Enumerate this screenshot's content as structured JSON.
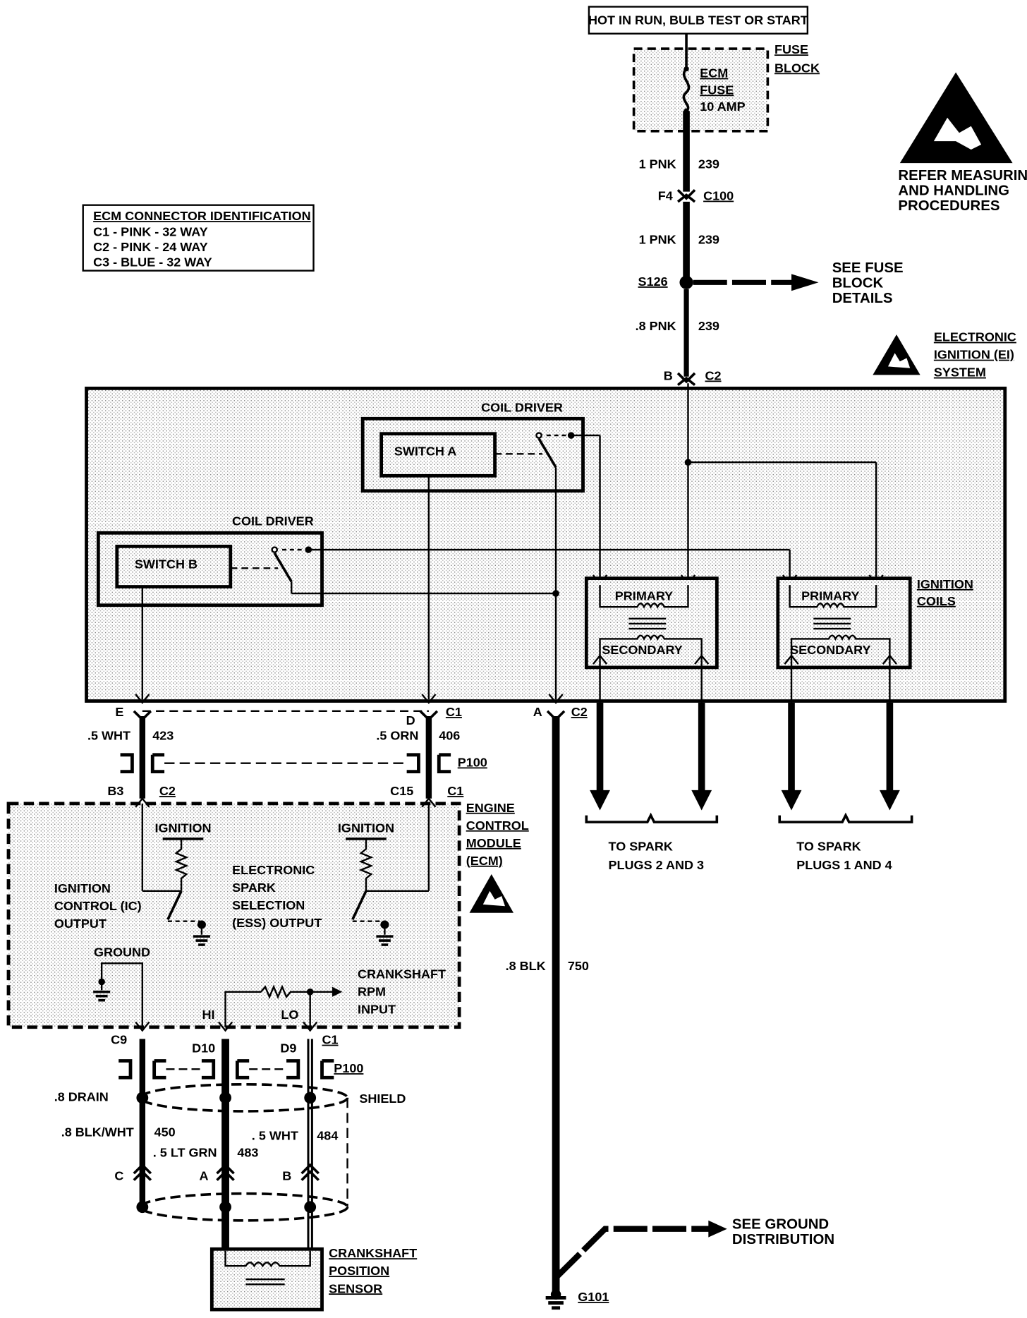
{
  "power": {
    "source_label": "HOT IN RUN, BULB TEST OR START",
    "fuse_block": [
      "FUSE",
      "BLOCK"
    ],
    "fuse": [
      "ECM",
      "FUSE",
      "10 AMP"
    ]
  },
  "esd_caution": [
    "REFER MEASURING",
    "AND HANDLING",
    "PROCEDURES"
  ],
  "ecm_connector_id": {
    "title": "ECM CONNECTOR IDENTIFICATION",
    "rows": [
      "C1 - PINK - 32 WAY",
      "C2 - PINK - 24 WAY",
      "C3 - BLUE - 32 WAY"
    ]
  },
  "feed_wires": {
    "upper_gauge": "1 PNK",
    "upper_circuit": "239",
    "conn_pin": "F4",
    "conn_id": "C100",
    "mid_gauge": "1 PNK",
    "mid_circuit": "239",
    "splice": "S126",
    "lower_gauge": ".8 PNK",
    "lower_circuit": "239",
    "ei_pin": "B",
    "ei_conn": "C2"
  },
  "fuse_details": [
    "SEE FUSE",
    "BLOCK",
    "DETAILS"
  ],
  "ei_system": [
    "ELECTRONIC",
    "IGNITION (EI)",
    "SYSTEM"
  ],
  "coil_driver_a": {
    "title": "COIL DRIVER",
    "switch": "SWITCH A"
  },
  "coil_driver_b": {
    "title": "COIL DRIVER",
    "switch": "SWITCH B"
  },
  "coils": {
    "label": [
      "IGNITION",
      "COILS"
    ],
    "primary": "PRIMARY",
    "secondary": "SECONDARY"
  },
  "ei_pins": {
    "e_pin": "E",
    "e_gauge": ".5 WHT",
    "e_circuit": "423",
    "d_pin": "D",
    "d_conn": "C1",
    "d_gauge": ".5 ORN",
    "d_circuit": "406",
    "a_pin": "A",
    "a_conn": "C2"
  },
  "p100": "P100",
  "ecm_pins": {
    "b3": "B3",
    "b3_conn": "C2",
    "c15": "C15",
    "c15_conn": "C1"
  },
  "ecm": {
    "label": [
      "ENGINE",
      "CONTROL",
      "MODULE",
      "(ECM)"
    ],
    "ignition": "IGNITION",
    "ic_output": [
      "IGNITION",
      "CONTROL (IC)",
      "OUTPUT"
    ],
    "ess_output": [
      "ELECTRONIC",
      "SPARK",
      "SELECTION",
      "(ESS) OUTPUT"
    ],
    "ground": "GROUND",
    "crank_input": [
      "CRANKSHAFT",
      "RPM",
      "INPUT"
    ],
    "hi": "HI",
    "lo": "LO"
  },
  "spark_plugs": {
    "group1": [
      "TO SPARK",
      "PLUGS 2 AND 3"
    ],
    "group2": [
      "TO SPARK",
      "PLUGS 1 AND 4"
    ]
  },
  "ground_wire": {
    "gauge": ".8 BLK",
    "circuit": "750",
    "ground_id": "G101"
  },
  "ground_dist": [
    "SEE GROUND",
    "DISTRIBUTION"
  ],
  "sensor_wiring": {
    "pins": [
      "C9",
      "D10",
      "D9",
      "C1"
    ],
    "drain": ".8 DRAIN",
    "shield": "SHIELD",
    "blkwht": ".8 BLK/WHT",
    "blkwht_circuit": "450",
    "ltgrn": ". 5 LT GRN",
    "ltgrn_circuit": "483",
    "wht": ". 5 WHT",
    "wht_circuit": "484",
    "pin_c": "C",
    "pin_a": "A",
    "pin_b": "B"
  },
  "sensor": [
    "CRANKSHAFT",
    "POSITION",
    "SENSOR"
  ]
}
